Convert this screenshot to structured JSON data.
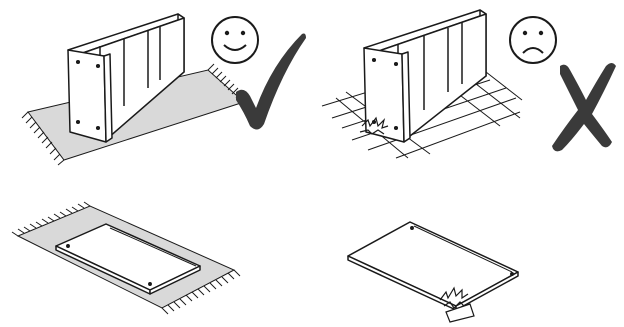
{
  "panels": [
    {
      "id": "shelf-on-rug",
      "verdict": "correct",
      "face": "smiley-face",
      "mark": "checkmark"
    },
    {
      "id": "shelf-on-hard-floor",
      "verdict": "incorrect",
      "face": "frowning-face",
      "mark": "x-mark"
    },
    {
      "id": "panel-on-rug",
      "verdict": "correct"
    },
    {
      "id": "panel-on-hard-floor",
      "verdict": "incorrect"
    }
  ],
  "colors": {
    "line": "#1a1a1a",
    "rug_fill": "#d9d9d9",
    "mark_fill": "#3a3a3a",
    "panel_fill": "#ffffff"
  }
}
